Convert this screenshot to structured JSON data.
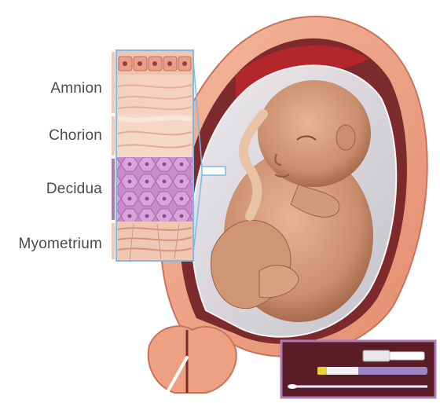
{
  "layers": [
    {
      "key": "amnion",
      "label": "Amnion",
      "color": "#f3c9b3"
    },
    {
      "key": "chorion",
      "label": "Chorion",
      "color": "#f3c9b3"
    },
    {
      "key": "decidua",
      "label": "Decidua",
      "color": "#b07ab8"
    },
    {
      "key": "myometrium",
      "label": "Myometrium",
      "color": "#f3c9b3"
    }
  ],
  "colors": {
    "uterus_wall": "#f0a98c",
    "uterus_inner": "#e88f72",
    "placenta": "#b3262c",
    "skin": "#d9a07f",
    "skin_shadow": "#a8694c",
    "amniotic_fluid": "#e6e8ec",
    "kit_box": "#5a1d28",
    "kit_border": "#b07ab8",
    "swab_tube": "#9a86c6",
    "callout_border": "#7fb9e6"
  },
  "icons": {
    "fetus": "fetus-illustration",
    "tissue_panel": "tissue-cross-section",
    "test_kit": "swab-test-kit"
  }
}
